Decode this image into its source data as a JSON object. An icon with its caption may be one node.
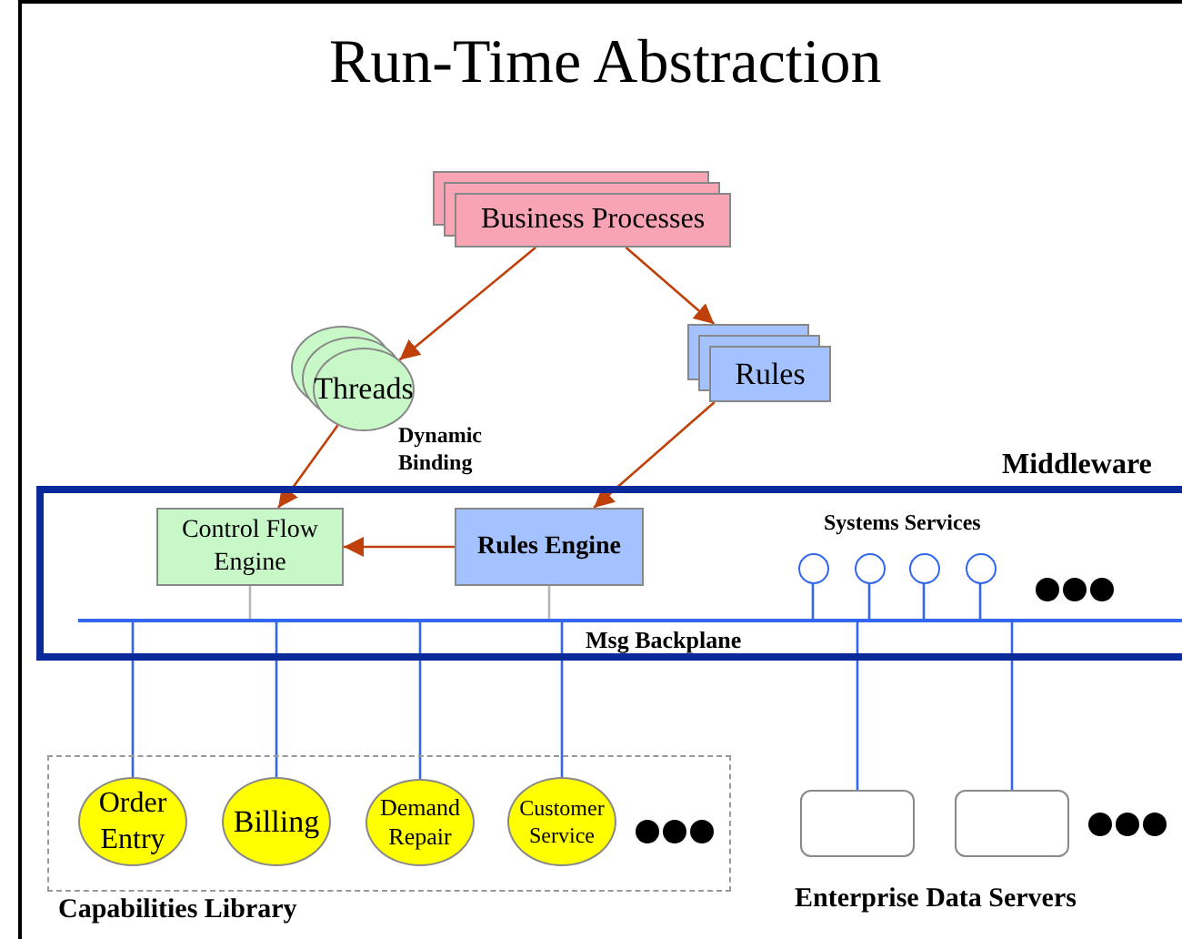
{
  "diagram": {
    "title": "Run-Time Abstraction",
    "nodes": [
      {
        "text": [
          "Business Processes"
        ]
      },
      {
        "text": [
          "Threads"
        ]
      },
      {
        "text": [
          "Rules"
        ]
      },
      {
        "text": [],
        "shape": "box",
        "beside": [
          "Middleware"
        ]
      },
      {
        "text": [
          "Control Flow Engine"
        ],
        "in": 3
      },
      {
        "text": [
          "Rules Engine"
        ],
        "in": 3
      },
      {
        "text": [],
        "shape": "bar",
        "in": 3,
        "beside": [
          "Msg Backplane"
        ]
      },
      {
        "text": [],
        "shape": "circle",
        "in": 3
      },
      {
        "text": [],
        "shape": "circle",
        "in": 3
      },
      {
        "text": [],
        "shape": "circle",
        "in": 3
      },
      {
        "text": [],
        "shape": "circle",
        "in": 3
      },
      {
        "text": [],
        "shape": "box",
        "beside": [
          "Capabilities Library"
        ]
      },
      {
        "text": [
          "Order Entry"
        ],
        "in": 11
      },
      {
        "text": [
          "Billing"
        ],
        "in": 11
      },
      {
        "text": [
          "Demand Repair"
        ],
        "in": 11
      },
      {
        "text": [
          "Customer Service"
        ],
        "in": 11
      },
      {
        "text": [],
        "shape": "box"
      },
      {
        "text": [],
        "shape": "box"
      }
    ],
    "edges": [
      {
        "from": 0,
        "to": 1,
        "arrow": "to",
        "color": "#c0400a"
      },
      {
        "from": 0,
        "to": 2,
        "arrow": "to",
        "color": "#c0400a"
      },
      {
        "from": 1,
        "to": 4,
        "arrow": "to",
        "color": "#c0400a"
      },
      {
        "from": 2,
        "to": 5,
        "arrow": "to",
        "color": "#c0400a"
      },
      {
        "from": 5,
        "to": 4,
        "arrow": "to",
        "color": "#c0400a"
      },
      {
        "from": 4,
        "to": 6,
        "arrow": "none",
        "color": "#b8b8b8"
      },
      {
        "from": 5,
        "to": 6,
        "arrow": "none",
        "color": "#b8b8b8"
      },
      {
        "from": 7,
        "to": 6,
        "arrow": "none"
      },
      {
        "from": 8,
        "to": 6,
        "arrow": "none"
      },
      {
        "from": 9,
        "to": 6,
        "arrow": "none"
      },
      {
        "from": 10,
        "to": 6,
        "arrow": "none"
      },
      {
        "from": 6,
        "to": 12,
        "arrow": "none"
      },
      {
        "from": 6,
        "to": 13,
        "arrow": "none"
      },
      {
        "from": 6,
        "to": 14,
        "arrow": "none"
      },
      {
        "from": 6,
        "to": 15,
        "arrow": "none"
      },
      {
        "from": 6,
        "to": 16,
        "arrow": "none"
      },
      {
        "from": 6,
        "to": 17,
        "arrow": "none"
      }
    ],
    "labels": [
      "Dynamic Binding",
      "Systems Services",
      "Enterprise Data Servers"
    ]
  }
}
